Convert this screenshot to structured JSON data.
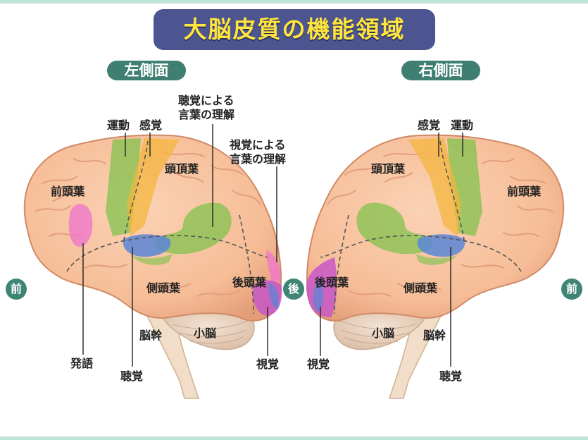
{
  "title": "大脳皮質の機能領域",
  "left_view": {
    "heading": "左側面",
    "labels": {
      "motor": "運動",
      "sensory": "感覚",
      "auditory_language": "聴覚による\n言葉の理解",
      "visual_language": "視覚による\n言葉の理解",
      "parietal": "頭頂葉",
      "frontal": "前頭葉",
      "temporal": "側頭葉",
      "occipital": "後頭葉",
      "brainstem": "脳幹",
      "cerebellum": "小脳",
      "speech": "発語",
      "hearing": "聴覚",
      "vision": "視覚"
    }
  },
  "right_view": {
    "heading": "右側面",
    "labels": {
      "sensory": "感覚",
      "motor": "運動",
      "parietal": "頭頂葉",
      "frontal": "前頭葉",
      "occipital": "後頭葉",
      "temporal": "側頭葉",
      "cerebellum": "小脳",
      "brainstem": "脳幹",
      "vision": "視覚",
      "hearing": "聴覚"
    }
  },
  "directions": {
    "front": "前",
    "back": "後"
  },
  "colors": {
    "brain": "#f6bd97",
    "motor": "#7dc24a",
    "sensory": "#f4b63a",
    "auditory": "#5b86d6",
    "visual": "#c857c8",
    "speech": "#f07bc8",
    "accent": "#3f7f72",
    "title_bg": "#4c5590",
    "title_text": "#ffe53c"
  }
}
